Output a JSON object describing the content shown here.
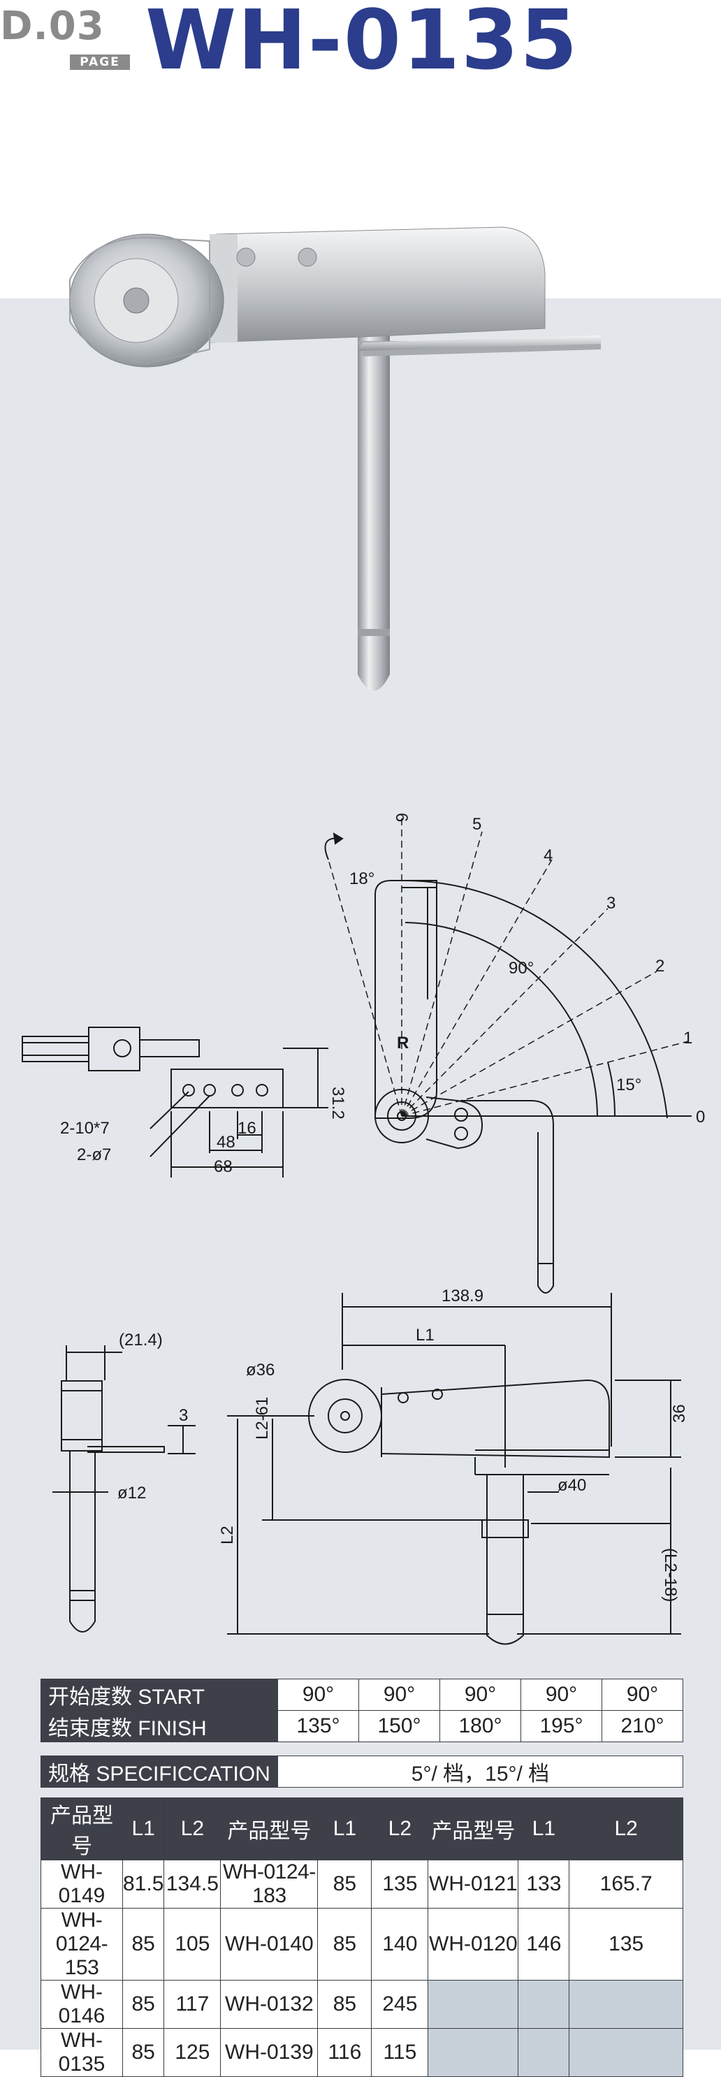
{
  "header": {
    "page_code": "D.03",
    "page_word": "PAGE",
    "model": "WH-0135"
  },
  "drawing": {
    "angle_labels": [
      "6",
      "5",
      "4",
      "3",
      "2",
      "1",
      "0"
    ],
    "deg_18": "18°",
    "deg_90": "90°",
    "deg_15": "15°",
    "r_mark": "R",
    "dim_31_2": "31.2",
    "hole_a": "2-10*7",
    "hole_b": "2-ø7",
    "dim_16": "16",
    "dim_48": "48",
    "dim_68": "68",
    "dim_21_4": "(21.4)",
    "dim_3": "3",
    "dim_d12": "ø12",
    "dim_d36": "ø36",
    "dim_138_9": "138.9",
    "dim_l1": "L1",
    "dim_l2_61": "L2-61",
    "dim_d40": "ø40",
    "dim_l2": "L2",
    "dim_l2_18": "(L2-18)",
    "dim_36": "36"
  },
  "spec": {
    "start_label": "开始度数 START",
    "finish_label": "结束度数 FINISH",
    "start_values": [
      "90°",
      "90°",
      "90°",
      "90°",
      "90°"
    ],
    "finish_values": [
      "135°",
      "150°",
      "180°",
      "195°",
      "210°"
    ],
    "specification_label": "规格 SPECIFICCATION",
    "specification_value": "5°/ 档，15°/ 档"
  },
  "models": {
    "headers": [
      "产品型号",
      "L1",
      "L2",
      "产品型号",
      "L1",
      "L2",
      "产品型号",
      "L1",
      "L2"
    ],
    "rows": [
      [
        "WH-0149",
        "81.5",
        "134.5",
        "WH-0124-183",
        "85",
        "135",
        "WH-0121",
        "133",
        "165.7"
      ],
      [
        "WH-0124-153",
        "85",
        "105",
        "WH-0140",
        "85",
        "140",
        "WH-0120",
        "146",
        "135"
      ],
      [
        "WH-0146",
        "85",
        "117",
        "WH-0132",
        "85",
        "245",
        "",
        "",
        ""
      ],
      [
        "WH-0135",
        "85",
        "125",
        "WH-0139",
        "116",
        "115",
        "",
        "",
        ""
      ]
    ]
  }
}
